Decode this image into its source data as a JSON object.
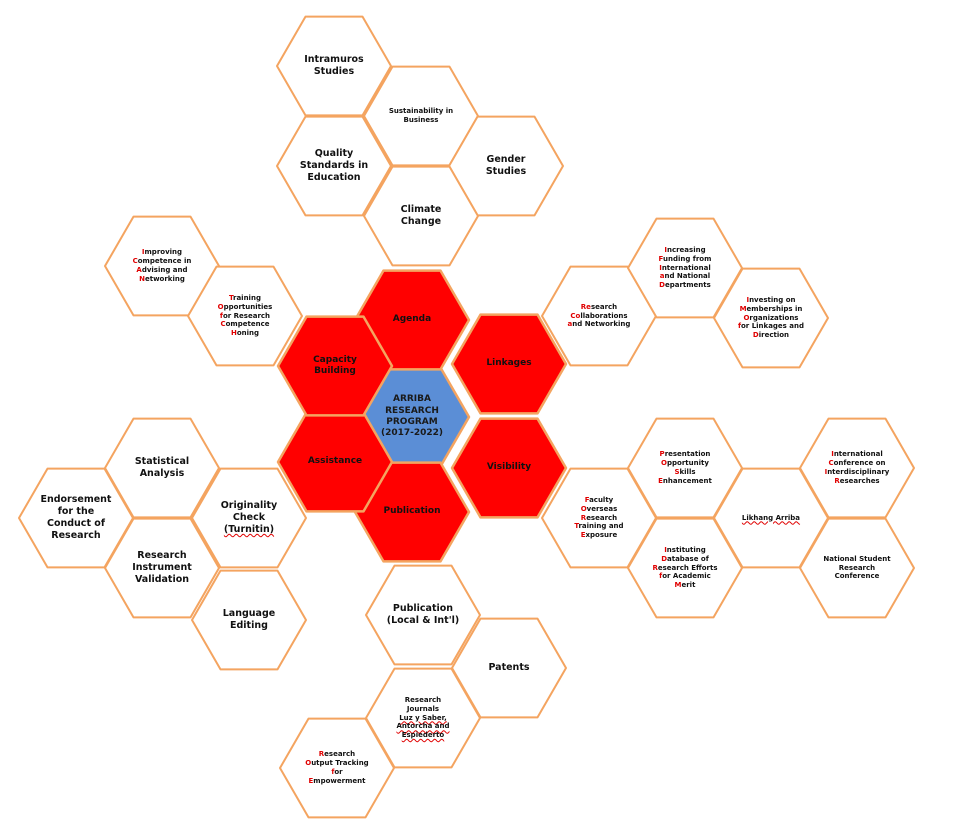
{
  "colors": {
    "outline": "#F4A460",
    "core_fill": "#FF0000",
    "core_stroke": "#F4A460",
    "center_fill": "#5B8ED6",
    "highlight_letter": "#E00000"
  },
  "center": {
    "lines": [
      "ARRIBA",
      "RESEARCH",
      "PROGRAM",
      "(2017-2022)"
    ]
  },
  "pillars": [
    {
      "key": "agenda",
      "label": "Agenda"
    },
    {
      "key": "linkages",
      "label": "Linkages"
    },
    {
      "key": "visibility",
      "label": "Visibility"
    },
    {
      "key": "publication",
      "label": "Publication"
    },
    {
      "key": "assistance",
      "label": "Assistance"
    },
    {
      "key": "capacity",
      "label": "Capacity Building",
      "lines": [
        "Capacity",
        "Building"
      ]
    }
  ],
  "topics": [
    {
      "key": "intramuros",
      "lines": [
        "Intramuros",
        "Studies"
      ]
    },
    {
      "key": "sustainability",
      "lines": [
        "Sustainability in",
        "Business"
      ]
    },
    {
      "key": "quality",
      "lines": [
        "Quality",
        "Standards  in",
        "Education"
      ]
    },
    {
      "key": "gender",
      "lines": [
        "Gender",
        "Studies"
      ]
    },
    {
      "key": "climate",
      "lines": [
        "Climate",
        "Change"
      ]
    },
    {
      "key": "improving",
      "lines": [
        "Improving",
        "Competence in",
        "Advising and",
        "Networking"
      ],
      "acronym": true
    },
    {
      "key": "training",
      "lines": [
        "Training",
        "Opportunities",
        "for Research",
        "Competence",
        "Honing"
      ],
      "acronym": true,
      "midcaps": [
        "for R"
      ]
    },
    {
      "key": "research-collab",
      "lines": [
        "Research",
        "Collaborations",
        "and Networking"
      ],
      "acronym": true,
      "first2": true
    },
    {
      "key": "increasing",
      "lines": [
        "Increasing",
        "Funding from",
        "International",
        "and National",
        "Departments"
      ],
      "acronym": true
    },
    {
      "key": "investing",
      "lines": [
        "Investing on",
        "Memberships in",
        "Organizations",
        "for Linkages and",
        "Direction"
      ],
      "acronym": true
    },
    {
      "key": "statistical",
      "lines": [
        "Statistical",
        "Analysis"
      ]
    },
    {
      "key": "endorsement",
      "lines": [
        "Endorsement",
        "for the",
        "Conduct of",
        "Research"
      ]
    },
    {
      "key": "originality",
      "lines": [
        "Originality",
        "Check",
        "(Turnitin)"
      ]
    },
    {
      "key": "instrument",
      "lines": [
        "Research",
        "Instrument",
        "Validation"
      ]
    },
    {
      "key": "language",
      "lines": [
        "Language",
        "Editing"
      ]
    },
    {
      "key": "presentation",
      "lines": [
        "Presentation",
        "Opportunity",
        "Skills",
        "Enhancement"
      ],
      "acronym": true
    },
    {
      "key": "icir",
      "lines": [
        "International",
        "Conference on",
        "Interdisciplinary",
        "Researches"
      ],
      "acronym": true
    },
    {
      "key": "faculty",
      "lines": [
        "Faculty",
        "Overseas",
        "Research",
        "Training and",
        "Exposure"
      ],
      "acronym": true
    },
    {
      "key": "likhang",
      "lines": [
        "Likhang Arriba"
      ]
    },
    {
      "key": "instituting",
      "lines": [
        "Instituting",
        "Database of",
        "Research Efforts",
        "for Academic",
        "Merit"
      ],
      "acronym": true,
      "midcaps": [
        "Research E"
      ]
    },
    {
      "key": "nsrc",
      "lines": [
        "National Student",
        "Research",
        "Conference"
      ]
    },
    {
      "key": "pub-local",
      "lines": [
        "Publication",
        "(Local & Int'l)"
      ]
    },
    {
      "key": "patents",
      "lines": [
        "Patents"
      ]
    },
    {
      "key": "journals",
      "lines": [
        "Research",
        "Journals",
        "Luz y Saber,",
        "Antorcha and",
        "Espiederto"
      ]
    },
    {
      "key": "rote",
      "lines": [
        "Research",
        "Output Tracking",
        "for",
        "Empowerment"
      ],
      "acronym": true,
      "midcaps": [
        "Output T"
      ]
    }
  ]
}
